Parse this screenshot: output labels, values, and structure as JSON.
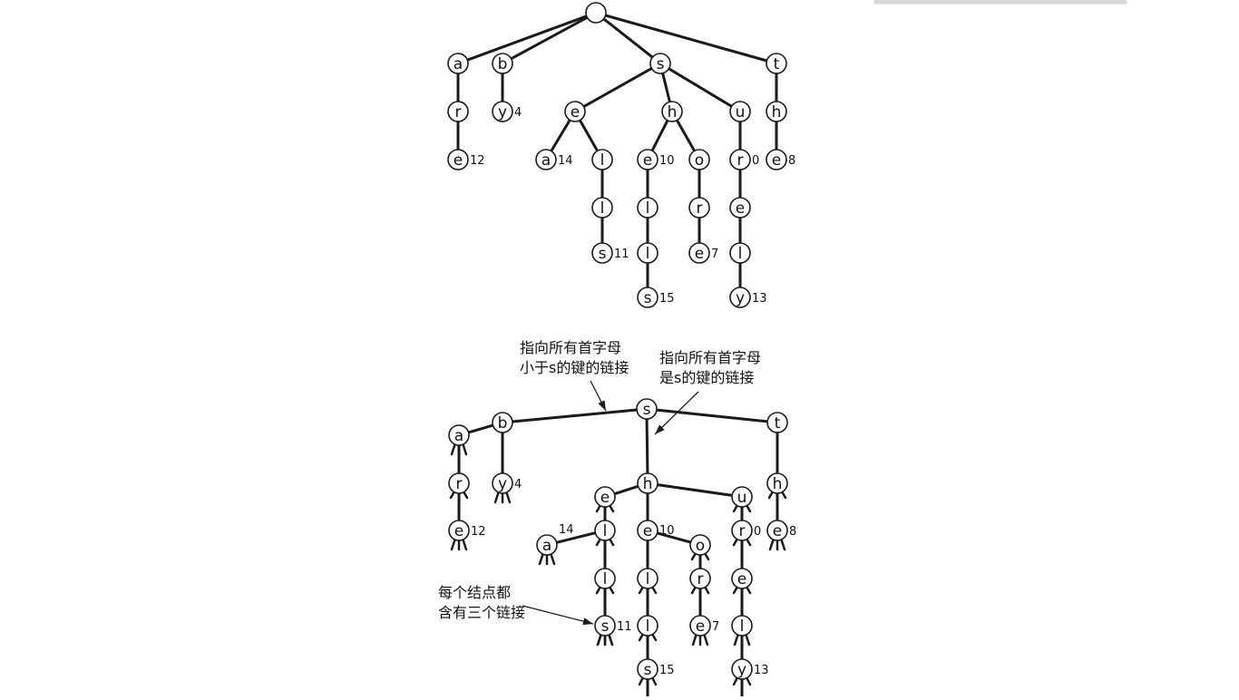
{
  "trie": {
    "root": {
      "label": ""
    },
    "nodes": [
      {
        "id": "a",
        "char": "a"
      },
      {
        "id": "ar",
        "char": "r"
      },
      {
        "id": "are",
        "char": "e",
        "value": "12"
      },
      {
        "id": "b",
        "char": "b"
      },
      {
        "id": "by",
        "char": "y",
        "value": "4"
      },
      {
        "id": "s",
        "char": "s"
      },
      {
        "id": "se",
        "char": "e"
      },
      {
        "id": "sea",
        "char": "a",
        "value": "14"
      },
      {
        "id": "sel",
        "char": "l"
      },
      {
        "id": "sell",
        "char": "l"
      },
      {
        "id": "sells",
        "char": "s",
        "value": "11"
      },
      {
        "id": "sh",
        "char": "h"
      },
      {
        "id": "she",
        "char": "e",
        "value": "10"
      },
      {
        "id": "shel",
        "char": "l"
      },
      {
        "id": "shell",
        "char": "l"
      },
      {
        "id": "shells",
        "char": "s",
        "value": "15"
      },
      {
        "id": "sho",
        "char": "o"
      },
      {
        "id": "shor",
        "char": "r"
      },
      {
        "id": "shore",
        "char": "e",
        "value": "7"
      },
      {
        "id": "su",
        "char": "u"
      },
      {
        "id": "sur",
        "char": "r",
        "value": "0"
      },
      {
        "id": "sure",
        "char": "e"
      },
      {
        "id": "surel",
        "char": "l"
      },
      {
        "id": "surely",
        "char": "y",
        "value": "13"
      },
      {
        "id": "t",
        "char": "t"
      },
      {
        "id": "th",
        "char": "h"
      },
      {
        "id": "the",
        "char": "e",
        "value": "8"
      }
    ]
  },
  "tst": {
    "nodes": [
      {
        "id": "s",
        "char": "s"
      },
      {
        "id": "b",
        "char": "b"
      },
      {
        "id": "a",
        "char": "a"
      },
      {
        "id": "ar",
        "char": "r"
      },
      {
        "id": "are",
        "char": "e",
        "value": "12"
      },
      {
        "id": "by",
        "char": "y",
        "value": "4"
      },
      {
        "id": "t",
        "char": "t"
      },
      {
        "id": "th",
        "char": "h"
      },
      {
        "id": "the",
        "char": "e",
        "value": "8"
      },
      {
        "id": "h",
        "char": "h"
      },
      {
        "id": "e",
        "char": "e"
      },
      {
        "id": "a2",
        "char": "a",
        "value": "14"
      },
      {
        "id": "l",
        "char": "l"
      },
      {
        "id": "ll",
        "char": "l"
      },
      {
        "id": "lls",
        "char": "s",
        "value": "11"
      },
      {
        "id": "he",
        "char": "e",
        "value": "10"
      },
      {
        "id": "hel",
        "char": "l"
      },
      {
        "id": "hell",
        "char": "l"
      },
      {
        "id": "hells",
        "char": "s",
        "value": "15"
      },
      {
        "id": "o",
        "char": "o"
      },
      {
        "id": "or",
        "char": "r"
      },
      {
        "id": "ore",
        "char": "e",
        "value": "7"
      },
      {
        "id": "u",
        "char": "u"
      },
      {
        "id": "ur",
        "char": "r",
        "value": "0"
      },
      {
        "id": "ure",
        "char": "e"
      },
      {
        "id": "urel",
        "char": "l"
      },
      {
        "id": "urely",
        "char": "y",
        "value": "13"
      }
    ],
    "annotations": {
      "less_link": [
        "指向所有首字母",
        "小于s的键的链接"
      ],
      "equal_link": [
        "指向所有首字母",
        "是s的键的链接"
      ],
      "three_links": [
        "每个结点都",
        "含有三个链接"
      ]
    }
  },
  "colors": {
    "ink": "#1a1a1a",
    "background": "#ffffff"
  }
}
